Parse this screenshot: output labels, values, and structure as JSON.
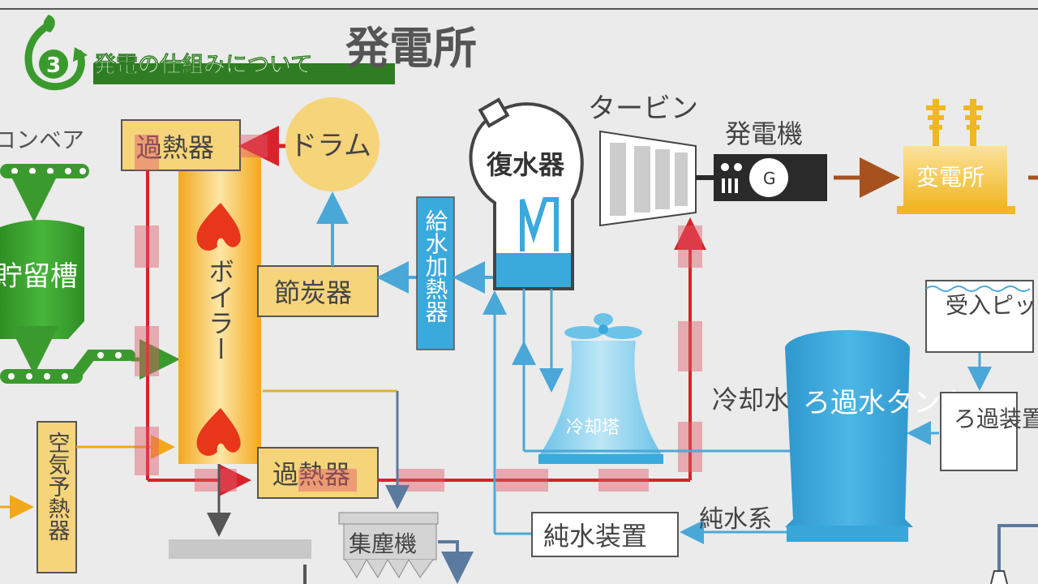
{
  "section_badge": {
    "number": "3",
    "label": "発電の仕組みについて"
  },
  "page_title": "発電所",
  "labels": {
    "conveyor": "コンベア",
    "storage_tank": "貯留槽",
    "superheater_top": "過熱器",
    "drum": "ドラム",
    "boiler": "ボイラー",
    "economizer": "節炭器",
    "feedwater_heater": "給水加熱器",
    "condenser": "復水器",
    "turbine": "タービン",
    "generator": "発電機",
    "generator_symbol": "G",
    "substation": "変電所",
    "cooling_tower": "冷却塔",
    "cooling_water_line": "冷却水系",
    "receiving_pit": "受入ピット",
    "filtered_water_tank": "ろ過水タンク",
    "filtration_unit": "ろ過装置",
    "pure_water_line": "純水系",
    "pure_water_unit": "純水装置",
    "superheater_bottom": "過熱器",
    "dust_collector": "集塵機",
    "air_preheater": "空気予熱器"
  },
  "colors": {
    "green": "#3b9a2e",
    "dark_green": "#2f7d22",
    "steam_red": "#d9222b",
    "water_blue": "#4aa8d8",
    "tank_blue": "#38a6d9",
    "yellow_box": "#f6d47a",
    "boiler_orange": "#f3a81b",
    "brown_arrow": "#a5521f",
    "gray": "#9a9a9a"
  }
}
